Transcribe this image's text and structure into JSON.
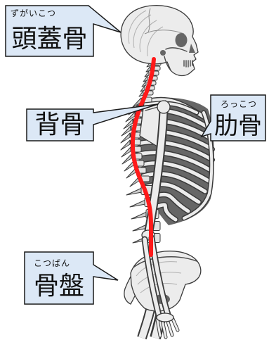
{
  "labels": {
    "skull": {
      "ruby": "ずがいこつ",
      "name": "頭蓋骨"
    },
    "spine": {
      "name": "背骨"
    },
    "ribs": {
      "ruby": "ろっこつ",
      "name": "肋骨"
    },
    "pelvis": {
      "ruby": "こつばん",
      "name": "骨盤"
    }
  },
  "colors": {
    "callout_fill": "#dce8f6",
    "callout_border": "#1a1a1a",
    "spine_highlight": "#ff1a1a",
    "bone": "#ececec",
    "bone_outline": "#3a3a3a"
  }
}
